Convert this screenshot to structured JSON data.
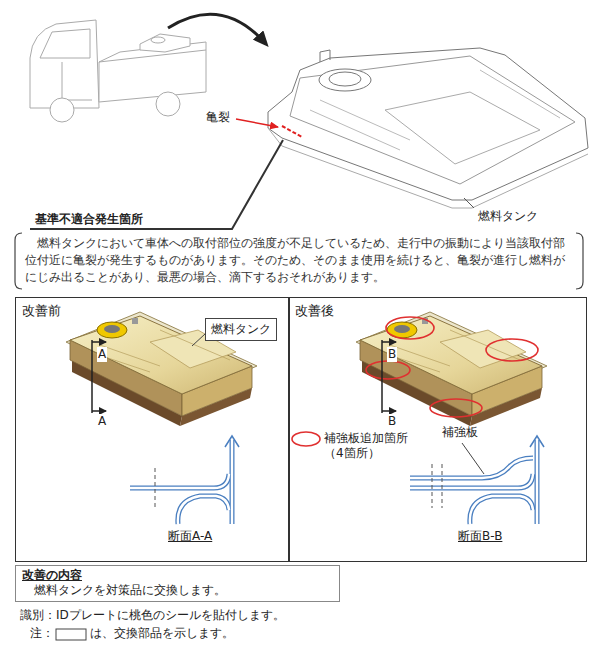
{
  "diagram": {
    "nodes": [
      {
        "text": [
          "改善前"
        ]
      },
      {
        "text": [
          "燃料タンク"
        ],
        "in": 0
      },
      {
        "text": [
          "改善後"
        ]
      },
      {
        "text": [
          "改善の内容",
          "燃料タンクを対策品に交換します。"
        ]
      }
    ],
    "labels": [
      "亀裂",
      "燃料タンク",
      "基準不適合発生箇所",
      "燃料タンクにおいて車体への取付部位の強度が不足しているため、走行中の振動により当該取付部位付近に亀裂が発生するものがあります。そのため、そのまま使用を続けると、亀裂が進行し燃料がにじみ出ることがあり、最悪の場合、滴下するおそれがあります。",
      "A",
      "A",
      "断面A-A",
      "B",
      "B",
      "補強板",
      "断面B-B",
      "識別：IDプレートに桃色のシールを貼付します。",
      "注：",
      "は、交換部品を示します。"
    ],
    "legend": [
      {
        "text": "補強板追加箇所 （4箇所）"
      }
    ]
  }
}
